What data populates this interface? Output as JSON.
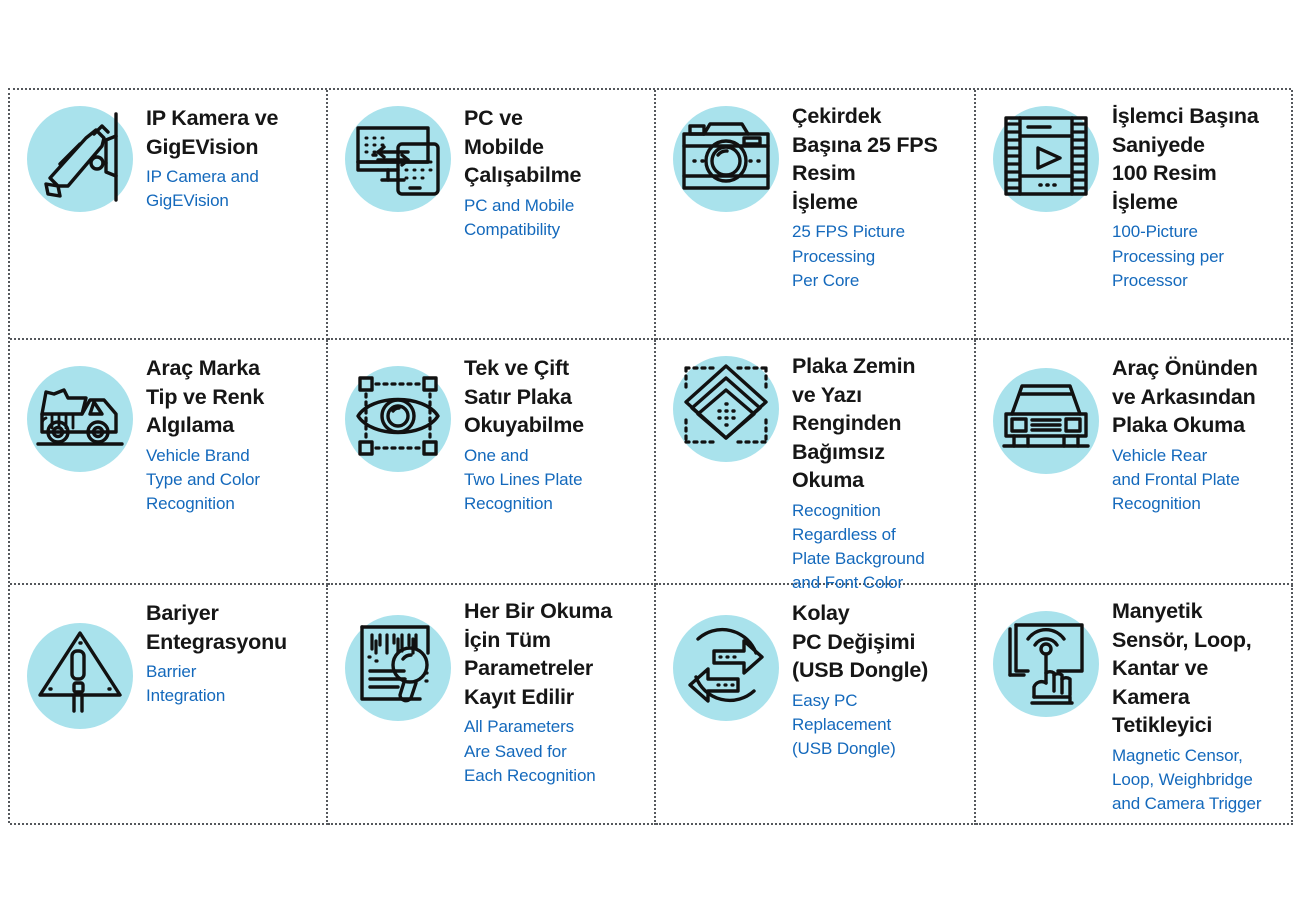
{
  "theme": {
    "background": "#ffffff",
    "circle_fill": "#a9e2ec",
    "icon_stroke": "#111111",
    "title_color": "#161616",
    "subtitle_color": "#1469bc",
    "grid_border": "#55585c"
  },
  "features": [
    {
      "icon": "cctv-camera-icon",
      "title": "IP Kamera ve\nGigEVision",
      "subtitle": "IP Camera and\nGigEVision"
    },
    {
      "icon": "desktop-mobile-sync-icon",
      "title": "PC ve\nMobilde\nÇalışabilme",
      "subtitle": "PC and Mobile\nCompatibility"
    },
    {
      "icon": "photo-camera-icon",
      "title": "Çekirdek\nBaşına 25 FPS\nResim\nİşleme",
      "subtitle": "25 FPS Picture\nProcessing\nPer Core"
    },
    {
      "icon": "film-strip-play-icon",
      "title": "İşlemci Başına\nSaniyede\n100 Resim\nİşleme",
      "subtitle": "100-Picture\nProcessing per\nProcessor"
    },
    {
      "icon": "dump-truck-icon",
      "title": "Araç Marka\nTip ve Renk\nAlgılama",
      "subtitle": "Vehicle Brand\nType and Color\nRecognition"
    },
    {
      "icon": "eye-scan-icon",
      "title": "Tek ve Çift\nSatır Plaka\nOkuyabilme",
      "subtitle": "One and\nTwo Lines Plate\nRecognition"
    },
    {
      "icon": "layered-diamonds-icon",
      "title": "Plaka Zemin\nve Yazı\nRenginden\nBağımsız\nOkuma",
      "subtitle": "Recognition\nRegardless of\nPlate Background\nand Font Color"
    },
    {
      "icon": "car-front-icon",
      "title": "Araç Önünden\nve Arkasından\nPlaka Okuma",
      "subtitle": "Vehicle Rear\nand Frontal Plate\nRecognition"
    },
    {
      "icon": "warning-triangle-icon",
      "title": "Bariyer\nEntegrasyonu",
      "subtitle": "Barrier\nIntegration"
    },
    {
      "icon": "document-magnifier-icon",
      "title": "Her Bir Okuma\nİçin Tüm\nParametreler\nKayıt Edilir",
      "subtitle": "All Parameters\nAre Saved for\nEach Recognition"
    },
    {
      "icon": "exchange-arrows-icon",
      "title": "Kolay\nPC Değişimi\n(USB Dongle)",
      "subtitle": "Easy PC\nReplacement\n(USB Dongle)"
    },
    {
      "icon": "touch-sensor-icon",
      "title": "Manyetik\nSensör, Loop,\nKantar ve\nKamera\nTetikleyici",
      "subtitle": "Magnetic Censor,\nLoop, Weighbridge\nand Camera Trigger"
    }
  ]
}
